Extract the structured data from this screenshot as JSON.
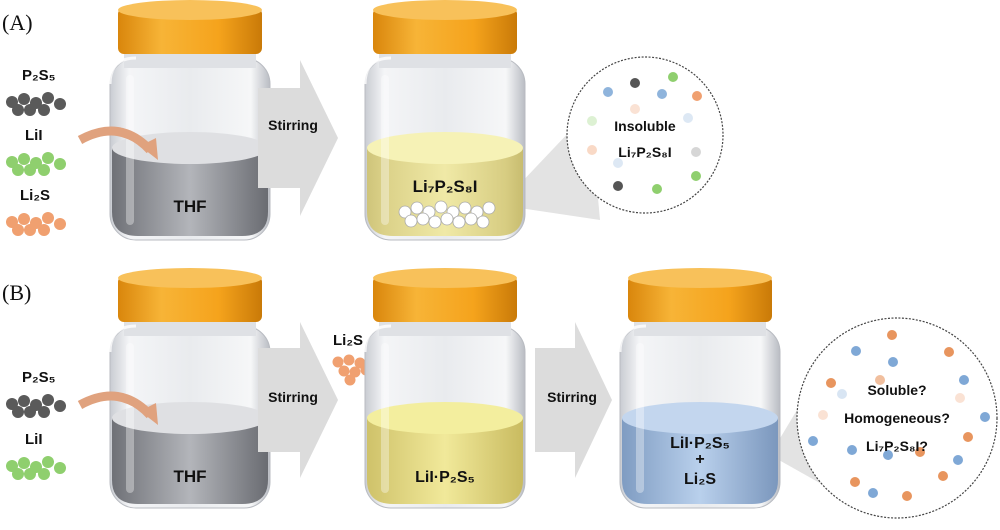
{
  "panel_a": {
    "label": "(A)",
    "reagents": [
      "P₂S₅",
      "LiI",
      "Li₂S"
    ],
    "solvent": "THF",
    "arrow": "Stirring",
    "product": "Li₇P₂S₈I",
    "zoom": {
      "line1": "Insoluble",
      "line2": "Li₇P₂S₈I"
    }
  },
  "panel_b": {
    "label": "(B)",
    "reagents": [
      "P₂S₅",
      "LiI"
    ],
    "solvent": "THF",
    "arrow1": "Stirring",
    "added": "Li₂S",
    "intermediate": "LiI·P₂S₅",
    "arrow2": "Stirring",
    "final": {
      "line1": "LiI·P₂S₅",
      "plus": "+",
      "line2": "Li₂S"
    },
    "zoom": {
      "line1": "Soluble?",
      "line2": "Homogeneous?",
      "line3": "Li₇P₂S₈I?"
    }
  },
  "colors": {
    "cap": "#f5a31c",
    "p2s5": "#5a5a5a",
    "lii": "#8fcf6e",
    "li2s": "#f0a070",
    "thf": "#8e9096",
    "yellow": "#f2ec8e",
    "blue": "#a9c8ea",
    "arrow": "#dcdcdc"
  }
}
